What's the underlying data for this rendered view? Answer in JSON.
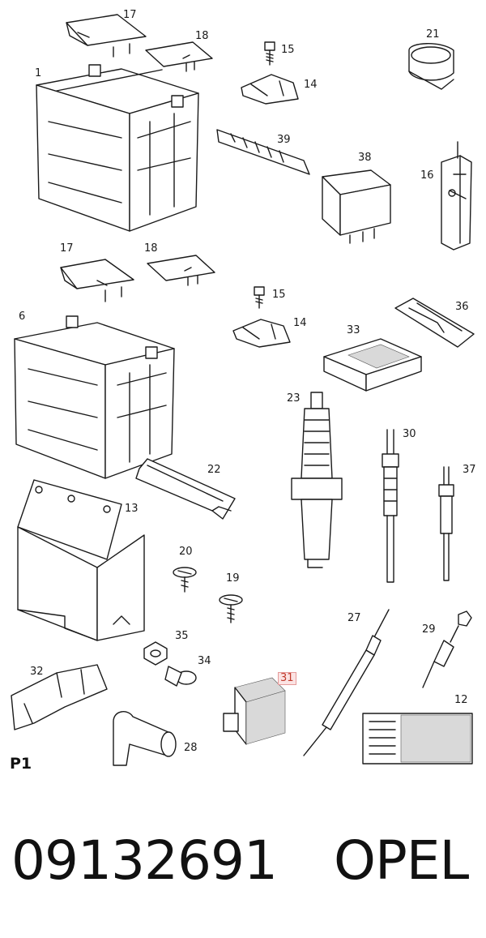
{
  "section_label": "P1",
  "part_number": "09132691",
  "brand": "OPEL",
  "highlighted_callout": "31",
  "callouts": [
    {
      "id": "c17a",
      "text": "17"
    },
    {
      "id": "c18a",
      "text": "18"
    },
    {
      "id": "c15a",
      "text": "15"
    },
    {
      "id": "c21",
      "text": "21"
    },
    {
      "id": "c1",
      "text": "1"
    },
    {
      "id": "c14a",
      "text": "14"
    },
    {
      "id": "c39",
      "text": "39"
    },
    {
      "id": "c38",
      "text": "38"
    },
    {
      "id": "c16",
      "text": "16"
    },
    {
      "id": "c17b",
      "text": "17"
    },
    {
      "id": "c18b",
      "text": "18"
    },
    {
      "id": "c15b",
      "text": "15"
    },
    {
      "id": "c36",
      "text": "36"
    },
    {
      "id": "c6",
      "text": "6"
    },
    {
      "id": "c14b",
      "text": "14"
    },
    {
      "id": "c33",
      "text": "33"
    },
    {
      "id": "c23",
      "text": "23"
    },
    {
      "id": "c30",
      "text": "30"
    },
    {
      "id": "c22",
      "text": "22"
    },
    {
      "id": "c37",
      "text": "37"
    },
    {
      "id": "c13",
      "text": "13"
    },
    {
      "id": "c20",
      "text": "20"
    },
    {
      "id": "c19",
      "text": "19"
    },
    {
      "id": "c27",
      "text": "27"
    },
    {
      "id": "c29",
      "text": "29"
    },
    {
      "id": "c35",
      "text": "35"
    },
    {
      "id": "c34",
      "text": "34"
    },
    {
      "id": "c32",
      "text": "32"
    },
    {
      "id": "c31",
      "text": "31"
    },
    {
      "id": "c12",
      "text": "12"
    },
    {
      "id": "c28",
      "text": "28"
    }
  ]
}
